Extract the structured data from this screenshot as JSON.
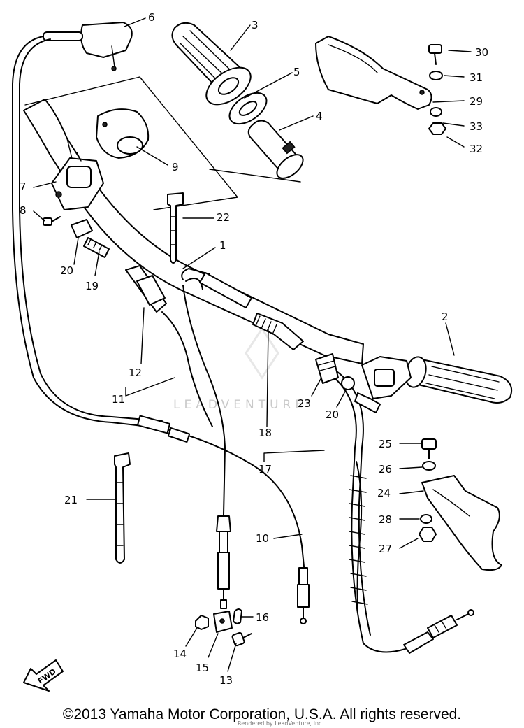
{
  "callouts": [
    "1",
    "2",
    "3",
    "4",
    "5",
    "6",
    "7",
    "8",
    "9",
    "10",
    "11",
    "12",
    "13",
    "14",
    "15",
    "16",
    "17",
    "18",
    "19",
    "20",
    "20",
    "21",
    "22",
    "23",
    "24",
    "25",
    "26",
    "27",
    "28",
    "29",
    "30",
    "31",
    "32",
    "33"
  ],
  "direction_badge": "FWD",
  "watermark": "LEADVENTURE",
  "watermark_small": "Rendered by LeadVenture, Inc.",
  "copyright": "©2013 Yamaha Motor Corporation, U.S.A. All rights reserved."
}
